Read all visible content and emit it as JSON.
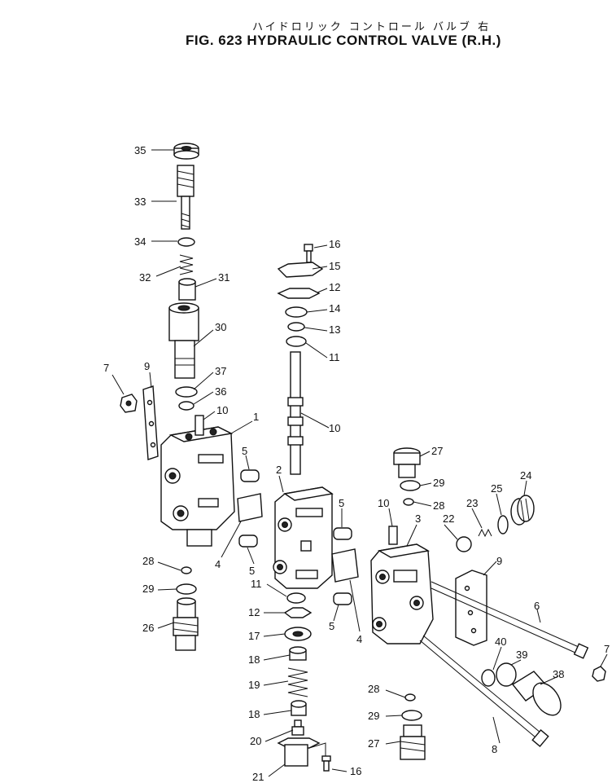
{
  "title_jp": "ハイドロリック コントロール バルブ 右",
  "title_en": "FIG. 623  HYDRAULIC CONTROL VALVE (R.H.)",
  "callouts": [
    {
      "id": "c35a",
      "text": "35"
    },
    {
      "id": "c33a",
      "text": "33"
    },
    {
      "id": "c34a",
      "text": "34"
    },
    {
      "id": "c32a",
      "text": "32"
    },
    {
      "id": "c31a",
      "text": "31"
    },
    {
      "id": "c30a",
      "text": "30"
    },
    {
      "id": "c7a",
      "text": "7"
    },
    {
      "id": "c9a",
      "text": "9"
    },
    {
      "id": "c37a",
      "text": "37"
    },
    {
      "id": "c36a",
      "text": "36"
    },
    {
      "id": "c10a",
      "text": "10"
    },
    {
      "id": "c1a",
      "text": "1"
    },
    {
      "id": "c5a",
      "text": "5"
    },
    {
      "id": "c4a",
      "text": "4"
    },
    {
      "id": "c5b",
      "text": "5"
    },
    {
      "id": "c28a",
      "text": "28"
    },
    {
      "id": "c29a",
      "text": "29"
    },
    {
      "id": "c26a",
      "text": "26"
    },
    {
      "id": "c16a",
      "text": "16"
    },
    {
      "id": "c15a",
      "text": "15"
    },
    {
      "id": "c12a",
      "text": "12"
    },
    {
      "id": "c14a",
      "text": "14"
    },
    {
      "id": "c13a",
      "text": "13"
    },
    {
      "id": "c11a",
      "text": "11"
    },
    {
      "id": "c10b",
      "text": "10"
    },
    {
      "id": "c2a",
      "text": "2"
    },
    {
      "id": "c5c",
      "text": "5"
    },
    {
      "id": "c4b",
      "text": "4"
    },
    {
      "id": "c5d",
      "text": "5"
    },
    {
      "id": "c11b",
      "text": "11"
    },
    {
      "id": "c12b",
      "text": "12"
    },
    {
      "id": "c17a",
      "text": "17"
    },
    {
      "id": "c18a",
      "text": "18"
    },
    {
      "id": "c19a",
      "text": "19"
    },
    {
      "id": "c18b",
      "text": "18"
    },
    {
      "id": "c20a",
      "text": "20"
    },
    {
      "id": "c21a",
      "text": "21"
    },
    {
      "id": "c16b",
      "text": "16"
    },
    {
      "id": "c27a",
      "text": "27"
    },
    {
      "id": "c29b",
      "text": "29"
    },
    {
      "id": "c28b",
      "text": "28"
    },
    {
      "id": "c10c",
      "text": "10"
    },
    {
      "id": "c3a",
      "text": "3"
    },
    {
      "id": "c22a",
      "text": "22"
    },
    {
      "id": "c23a",
      "text": "23"
    },
    {
      "id": "c25a",
      "text": "25"
    },
    {
      "id": "c24a",
      "text": "24"
    },
    {
      "id": "c9b",
      "text": "9"
    },
    {
      "id": "c6a",
      "text": "6"
    },
    {
      "id": "c7b",
      "text": "7"
    },
    {
      "id": "c40a",
      "text": "40"
    },
    {
      "id": "c39a",
      "text": "39"
    },
    {
      "id": "c38a",
      "text": "38"
    },
    {
      "id": "c28c",
      "text": "28"
    },
    {
      "id": "c29c",
      "text": "29"
    },
    {
      "id": "c27b",
      "text": "27"
    },
    {
      "id": "c8a",
      "text": "8"
    }
  ]
}
